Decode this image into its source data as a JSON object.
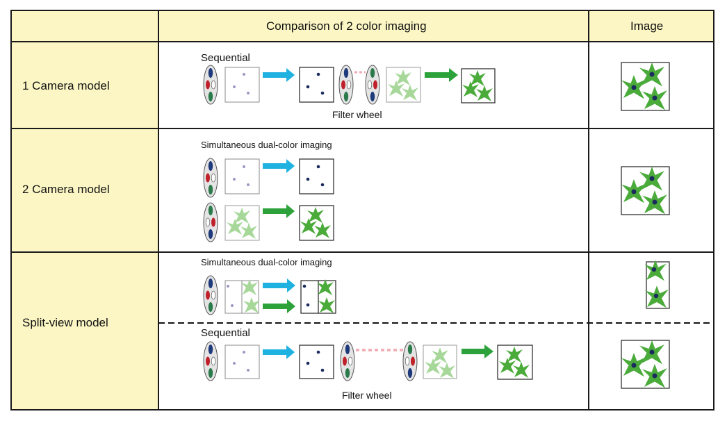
{
  "header": {
    "comparison": "Comparison of 2 color imaging",
    "image": "Image"
  },
  "rows": [
    {
      "label": "1 Camera model",
      "caption_top": "Sequential",
      "caption_bottom": "Filter wheel"
    },
    {
      "label": "2 Camera model",
      "caption_top": "Simultaneous dual-color imaging"
    },
    {
      "label": "Split-view model",
      "caption_top": "Simultaneous dual-color imaging",
      "caption_top2": "Sequential",
      "caption_bottom": "Filter wheel"
    }
  ],
  "colors": {
    "header_bg": "#fbf6c4",
    "arrow_blue": "#1fb1e0",
    "arrow_green": "#2da23a",
    "cell_green": "#4aab3a",
    "cell_green_faint": "#a7d89a",
    "dot_dark": "#1b2b5e",
    "dot_faint": "#9a98c4",
    "filter_red": "#c0202a",
    "filter_green": "#2b7a4b",
    "filter_blue": "#1e3a7a",
    "dash_pink": "#f2a9b1"
  }
}
